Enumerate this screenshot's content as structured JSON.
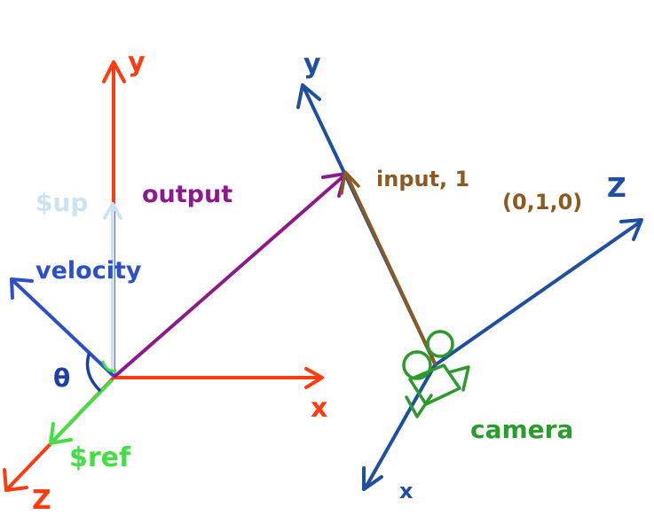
{
  "labels": {
    "world_y": "y",
    "world_x": "x",
    "world_z": "Z",
    "up": "$up",
    "output": "output",
    "velocity": "velocity",
    "theta": "θ",
    "ref": "$ref",
    "camera_y": "y",
    "camera_z": "Z",
    "camera_x": "x",
    "input": "input, 1",
    "input_value": "(0,1,0)",
    "camera": "camera"
  },
  "colors": {
    "world_axes": "#ff3b10",
    "camera_axes": "#1f4fa0",
    "velocity": "#2d4fc8",
    "up": "#cde3f3",
    "output": "#8c1a8c",
    "input": "#8a5a22",
    "ref": "#43e043",
    "camera": "#2d9a2d",
    "theta": "#1f3fa8"
  }
}
